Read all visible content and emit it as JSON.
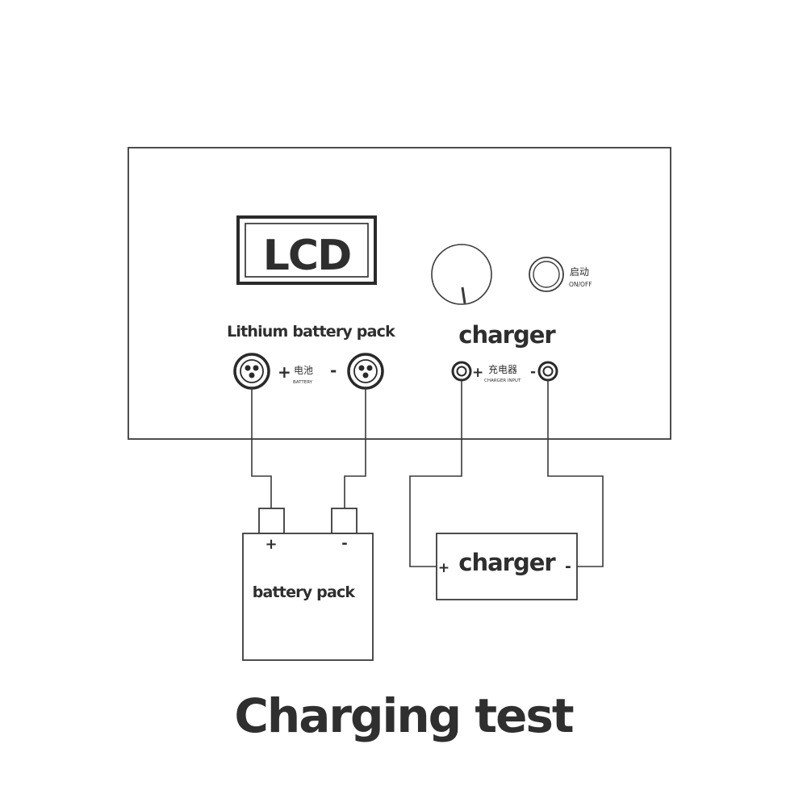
{
  "panel": {
    "lcd_label": "LCD",
    "battery_section_label": "Lithium battery pack",
    "battery_port_cn": "电池",
    "battery_port_en": "BATTERY",
    "charger_section_label": "charger",
    "charger_port_cn": "充电器",
    "charger_port_en": "CHARGER INPUT",
    "switch_cn": "启动",
    "switch_en": "ON/OFF",
    "plus": "+",
    "minus": "-"
  },
  "battery_pack": {
    "label": "battery pack",
    "plus": "+",
    "minus": "-"
  },
  "charger_unit": {
    "label": "charger",
    "plus": "+",
    "minus": "-"
  },
  "caption": "Charging test"
}
